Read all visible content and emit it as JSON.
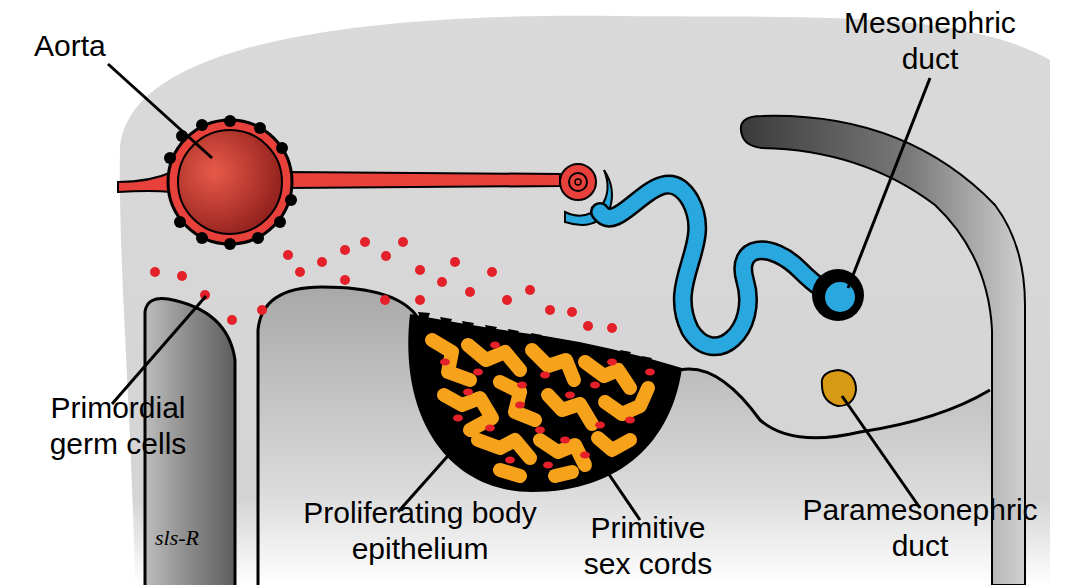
{
  "diagram": {
    "labels": [
      "Aorta",
      "Mesonephric duct",
      "Primordial germ cells",
      "Proliferating body epithelium",
      "Primitive sex cords",
      "Paramesonephric duct",
      "sls-R"
    ]
  }
}
